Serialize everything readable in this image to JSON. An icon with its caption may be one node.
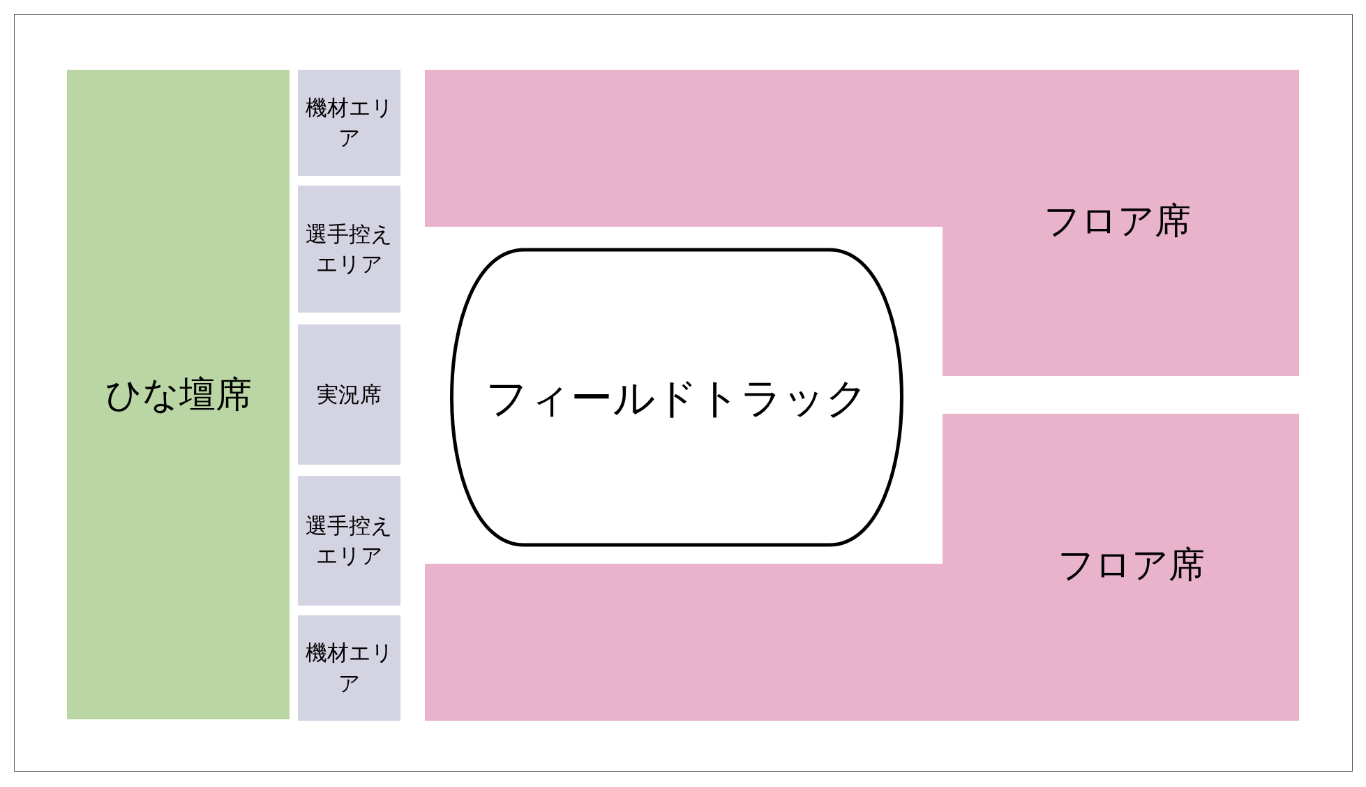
{
  "diagram": {
    "nodes": [
      {
        "text": [
          "ひな壇席"
        ]
      },
      {
        "text": [
          "機材エリア"
        ]
      },
      {
        "text": [
          "選手控えエリア"
        ]
      },
      {
        "text": [
          "実況席"
        ]
      },
      {
        "text": [
          "選手控えエリア"
        ]
      },
      {
        "text": [
          "機材エリア"
        ]
      },
      {
        "text": [],
        "shape": "box"
      },
      {
        "text": [
          "フロア席"
        ]
      },
      {
        "text": [
          "フィールドトラック"
        ]
      },
      {
        "text": [],
        "shape": "box"
      },
      {
        "text": [
          "フロア席"
        ]
      }
    ]
  }
}
